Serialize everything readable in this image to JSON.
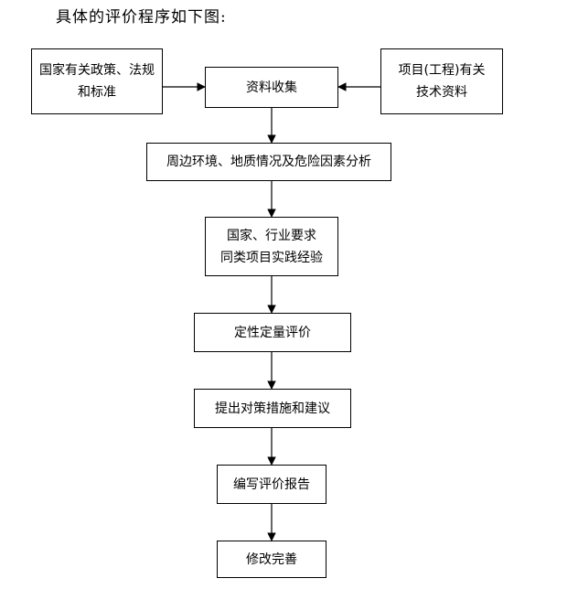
{
  "heading": "具体的评价程序如下图:",
  "nodes": {
    "policy": {
      "lines": [
        "国家有关政策、法规",
        "和标准"
      ]
    },
    "collect": {
      "lines": [
        "资料收集"
      ]
    },
    "project": {
      "lines": [
        "项目(工程)有关",
        "技术资料"
      ]
    },
    "analysis": {
      "lines": [
        "周边环境、地质情况及危险因素分析"
      ]
    },
    "experience": {
      "lines": [
        "国家、行业要求",
        "同类项目实践经验"
      ]
    },
    "evaluation": {
      "lines": [
        "定性定量评价"
      ]
    },
    "measures": {
      "lines": [
        "提出对策措施和建议"
      ]
    },
    "report": {
      "lines": [
        "编写评价报告"
      ]
    },
    "revise": {
      "lines": [
        "修改完善"
      ]
    }
  },
  "edges": [
    {
      "from": "policy",
      "to": "collect"
    },
    {
      "from": "project",
      "to": "collect"
    },
    {
      "from": "collect",
      "to": "analysis"
    },
    {
      "from": "analysis",
      "to": "experience"
    },
    {
      "from": "experience",
      "to": "evaluation"
    },
    {
      "from": "evaluation",
      "to": "measures"
    },
    {
      "from": "measures",
      "to": "report"
    },
    {
      "from": "report",
      "to": "revise"
    }
  ]
}
